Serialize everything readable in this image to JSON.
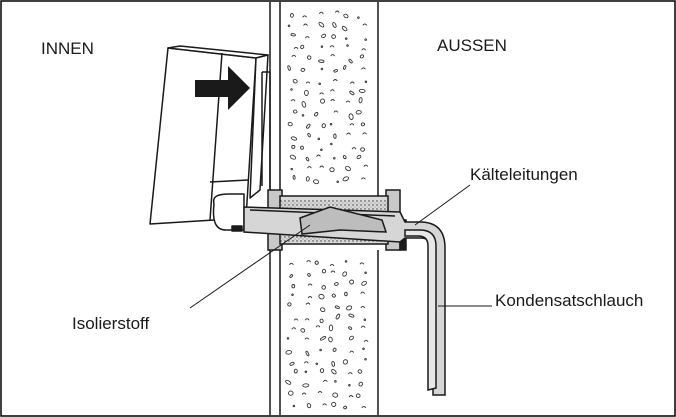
{
  "labels": {
    "inside": "INNEN",
    "outside": "AUSSEN",
    "refrigerant_lines": "Kälteleitungen",
    "insulation": "Isolierstoff",
    "condensate_hose": "Kondensatschlauch"
  },
  "colors": {
    "line": "#1a1a1a",
    "pipe_fill": "#d6d6d6",
    "frame": "#000000"
  }
}
